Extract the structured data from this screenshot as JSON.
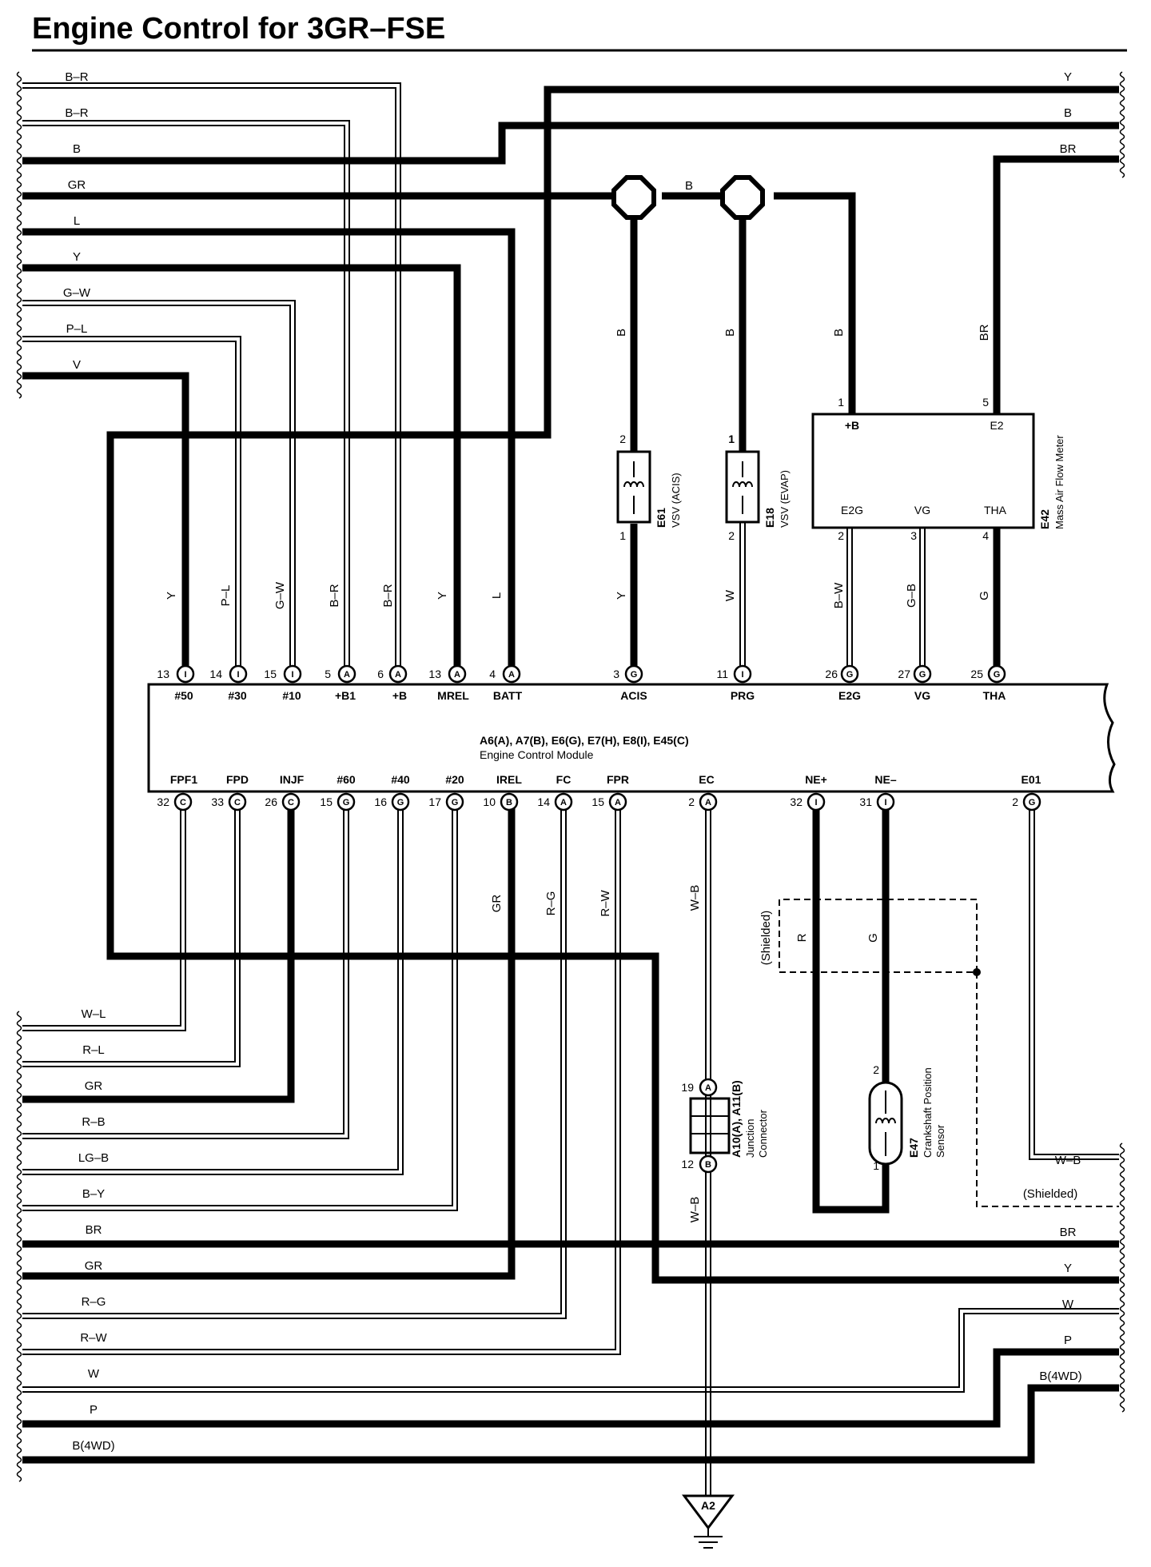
{
  "title": "Engine Control for 3GR–FSE",
  "left_top_wires": [
    "B–R",
    "B–R",
    "B",
    "GR",
    "L",
    "Y",
    "G–W",
    "P–L",
    "V"
  ],
  "right_top_wires": [
    "Y",
    "B",
    "BR"
  ],
  "junction_top_label": "B",
  "vertical_top_labels": [
    "Y",
    "P–L",
    "G–W",
    "B–R",
    "B–R",
    "Y",
    "L",
    "B",
    "B",
    "B",
    "BR",
    "Y",
    "W",
    "B–W",
    "G–B",
    "G"
  ],
  "ecm": {
    "codes": "A6(A), A7(B), E6(G), E7(H), E8(I), E45(C)",
    "name": "Engine Control Module",
    "top_pins": [
      {
        "num": "13",
        "conn": "I",
        "name": "#50"
      },
      {
        "num": "14",
        "conn": "I",
        "name": "#30"
      },
      {
        "num": "15",
        "conn": "I",
        "name": "#10"
      },
      {
        "num": "5",
        "conn": "A",
        "name": "+B1"
      },
      {
        "num": "6",
        "conn": "A",
        "name": "+B"
      },
      {
        "num": "13",
        "conn": "A",
        "name": "MREL"
      },
      {
        "num": "4",
        "conn": "A",
        "name": "BATT"
      },
      {
        "num": "3",
        "conn": "G",
        "name": "ACIS"
      },
      {
        "num": "11",
        "conn": "I",
        "name": "PRG"
      },
      {
        "num": "26",
        "conn": "G",
        "name": "E2G"
      },
      {
        "num": "27",
        "conn": "G",
        "name": "VG"
      },
      {
        "num": "25",
        "conn": "G",
        "name": "THA"
      }
    ],
    "bottom_pins": [
      {
        "num": "32",
        "conn": "C",
        "name": "FPF1"
      },
      {
        "num": "33",
        "conn": "C",
        "name": "FPD"
      },
      {
        "num": "26",
        "conn": "C",
        "name": "INJF"
      },
      {
        "num": "15",
        "conn": "G",
        "name": "#60"
      },
      {
        "num": "16",
        "conn": "G",
        "name": "#40"
      },
      {
        "num": "17",
        "conn": "G",
        "name": "#20"
      },
      {
        "num": "10",
        "conn": "B",
        "name": "IREL"
      },
      {
        "num": "14",
        "conn": "A",
        "name": "FC"
      },
      {
        "num": "15",
        "conn": "A",
        "name": "FPR"
      },
      {
        "num": "2",
        "conn": "A",
        "name": "EC"
      },
      {
        "num": "32",
        "conn": "I",
        "name": "NE+"
      },
      {
        "num": "31",
        "conn": "I",
        "name": "NE–"
      },
      {
        "num": "2",
        "conn": "G",
        "name": "E01"
      }
    ]
  },
  "vsv_acis": {
    "code": "E61",
    "name": "VSV (ACIS)",
    "pin_top": "2",
    "pin_bottom": "1"
  },
  "vsv_evap": {
    "code": "E18",
    "name": "VSV (EVAP)",
    "pin_top": "1",
    "pin_bottom": "2"
  },
  "maf": {
    "code": "E42",
    "name": "Mass Air Flow Meter",
    "pins_top": [
      {
        "num": "1",
        "name": "+B"
      },
      {
        "num": "5",
        "name": "E2"
      }
    ],
    "pins_bottom": [
      {
        "num": "2",
        "name": "E2G"
      },
      {
        "num": "3",
        "name": "VG"
      },
      {
        "num": "4",
        "name": "THA"
      }
    ]
  },
  "mid_labels": [
    "GR",
    "R–G",
    "R–W",
    "W–B",
    "W–B"
  ],
  "shield": {
    "text": "(Shielded)",
    "wire_r": "R",
    "wire_g": "G"
  },
  "junction_connector": {
    "code": "A10(A), A11(B)",
    "name_1": "Junction",
    "name_2": "Connector",
    "pin_a": "19",
    "conn_a": "A",
    "pin_b": "12",
    "conn_b": "B"
  },
  "crank_sensor": {
    "code": "E47",
    "name_1": "Crankshaft Position",
    "name_2": "Sensor",
    "pin_top": "2",
    "pin_bottom": "1"
  },
  "left_bottom_wires": [
    "W–L",
    "R–L",
    "GR",
    "R–B",
    "LG–B",
    "B–Y",
    "BR",
    "GR",
    "R–G",
    "R–W",
    "W",
    "P",
    "B(4WD)"
  ],
  "right_bottom_wires": [
    "W–B",
    "(Shielded)",
    "BR",
    "Y",
    "W",
    "P",
    "B(4WD)"
  ],
  "ground": "A2"
}
